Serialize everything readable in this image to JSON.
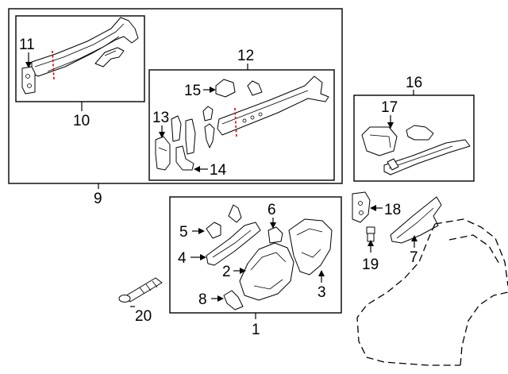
{
  "callouts": {
    "c1": "1",
    "c2": "2",
    "c3": "3",
    "c4": "4",
    "c5": "5",
    "c6": "6",
    "c7": "7",
    "c8": "8",
    "c9": "9",
    "c10": "10",
    "c11": "11",
    "c12": "12",
    "c13": "13",
    "c14": "14",
    "c15": "15",
    "c16": "16",
    "c17": "17",
    "c18": "18",
    "c19": "19",
    "c20": "20"
  },
  "colors": {
    "line": "#000000",
    "cut_line": "#e00000",
    "background": "#ffffff"
  }
}
